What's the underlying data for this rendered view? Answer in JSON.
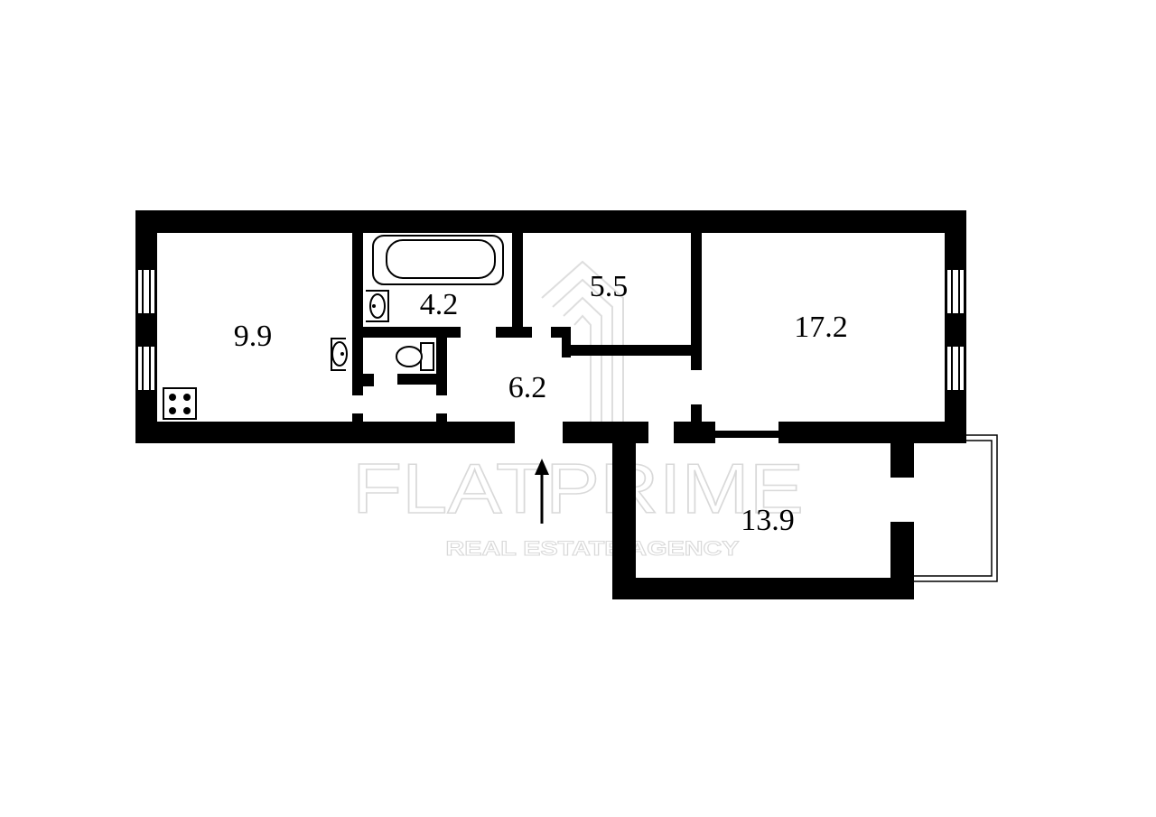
{
  "watermark": {
    "brand": "FLATPRIME",
    "tagline": "REAL ESTATE AGENCY"
  },
  "rooms": [
    {
      "id": "kitchen",
      "area": "9.9"
    },
    {
      "id": "bathroom",
      "area": "4.2"
    },
    {
      "id": "storage",
      "area": "5.5"
    },
    {
      "id": "hallway",
      "area": "6.2"
    },
    {
      "id": "living-room",
      "area": "17.2"
    },
    {
      "id": "bedroom",
      "area": "13.9"
    }
  ],
  "colors": {
    "wall": "#000000",
    "background": "#ffffff",
    "watermark": "#d9d9d9"
  }
}
